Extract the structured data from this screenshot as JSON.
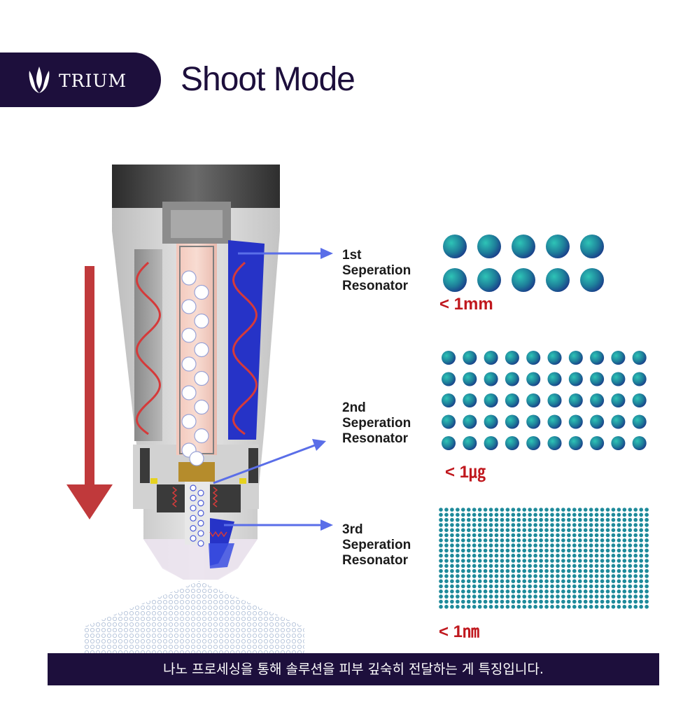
{
  "brand": {
    "name": "TRIUM",
    "logo_icon": "trident-icon"
  },
  "title": "Shoot Mode",
  "resonators": [
    {
      "order": "1st",
      "line1": "Seperation",
      "line2": "Resonator",
      "size": "< 1mm"
    },
    {
      "order": "2nd",
      "line1": "Seperation",
      "line2": "Resonator",
      "size": "< 1㎍"
    },
    {
      "order": "3rd",
      "line1": "Seperation",
      "line2": "Resonator",
      "size": "< 1㎚"
    }
  ],
  "caption": "나노 프로세싱을 통해 솔루션을 피부 깊숙히 전달하는 게 특징입니다.",
  "colors": {
    "navy": "#1d0f3c",
    "red_arrow": "#c0393b",
    "pointer_blue": "#5a6ee8",
    "dot_teal": "#1e8a9a",
    "label_red": "#c0181e"
  }
}
